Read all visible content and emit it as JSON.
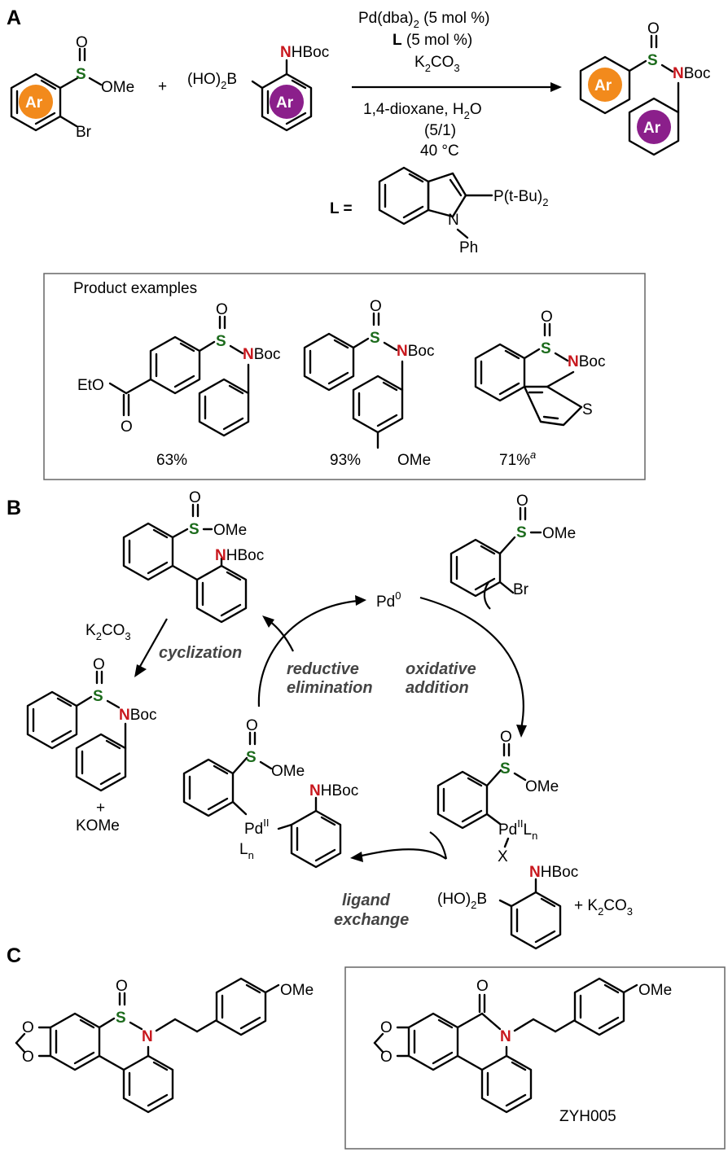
{
  "panels": {
    "a": "A",
    "b": "B",
    "c": "C"
  },
  "atoms": {
    "S": "S",
    "N": "N",
    "O": "O",
    "Ar": "Ar",
    "Br": "Br",
    "OMe": "OMe",
    "HBoc": "HBoc",
    "Boc": "Boc",
    "B": "B",
    "HO2": "(HO)",
    "sub2": "2",
    "Pd": "Pd",
    "II": "II",
    "L": "L",
    "n": "n",
    "X": "X",
    "P": "P",
    "tBu": "(t-Bu)",
    "Ph": "Ph",
    "EtO": "EtO",
    "Ssmall": "S"
  },
  "reaction": {
    "plus": "+",
    "cond1_main": "Pd(dba)",
    "cond1_sub": "2",
    "cond1_tail": " (5 mol %)",
    "cond2_bold": "L",
    "cond2_tail": " (5 mol %)",
    "cond3_main": "K",
    "cond3_sub": "2",
    "cond3_mid": "CO",
    "cond3_sub2": "3",
    "cond4_main": "1,4-dioxane, H",
    "cond4_sub": "2",
    "cond4_tail": "O",
    "cond5": "(5/1)",
    "cond6": "40 °C",
    "ligand_label": "L ="
  },
  "examples": {
    "title": "Product examples",
    "yields": [
      "63%",
      "93%",
      "71%"
    ],
    "footnote": "a"
  },
  "cycle": {
    "pd0": "Pd",
    "pd0_sup": "0",
    "oxidative": "oxidative",
    "addition": "addition",
    "reductive": "reductive",
    "elimination": "elimination",
    "ligand": "ligand",
    "exchange": "exchange",
    "cyclization": "cyclization",
    "k2co3_k": "K",
    "k2co3_2": "2",
    "k2co3_co": "CO",
    "k2co3_3": "3",
    "plus_k2co3": "+ K",
    "kome": "KOMe",
    "plus": "+"
  },
  "compound": {
    "name": "ZYH005"
  }
}
